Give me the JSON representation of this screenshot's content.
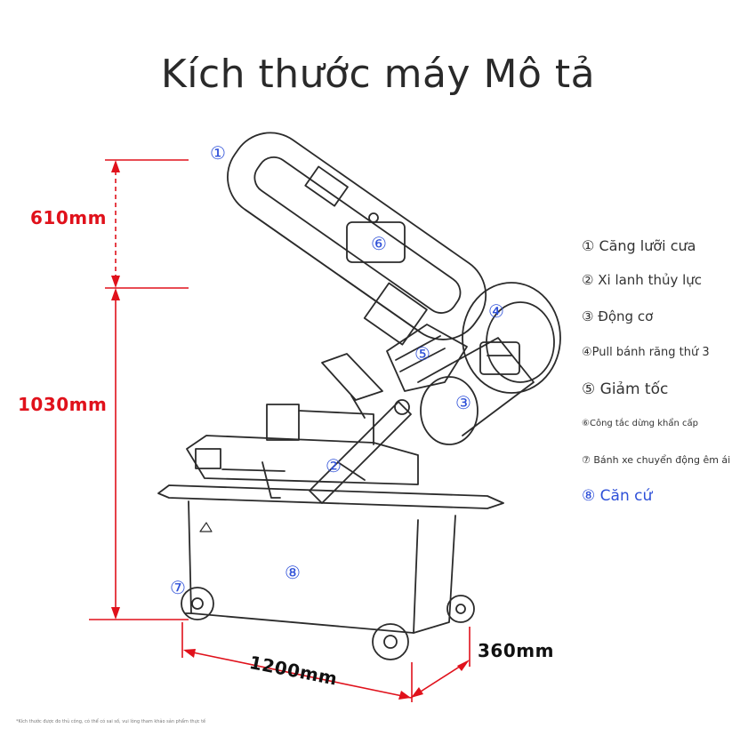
{
  "title": "Kích thước máy Mô tả",
  "dimensions": {
    "upper_height": "610mm",
    "lower_height": "1030mm",
    "length": "1200mm",
    "width": "360mm"
  },
  "badges": [
    "①",
    "②",
    "③",
    "④",
    "⑤",
    "⑥",
    "⑦",
    "⑧"
  ],
  "legend": [
    {
      "num": "①",
      "text": "Căng lưỡi cưa"
    },
    {
      "num": "②",
      "text": "Xi lanh thủy lực"
    },
    {
      "num": "③",
      "text": "Động cơ"
    },
    {
      "num": "④",
      "text": "Pull bánh răng thứ 3"
    },
    {
      "num": "⑤",
      "text": "Giảm tốc"
    },
    {
      "num": "⑥",
      "text": "Công tắc dừng khẩn cấp"
    },
    {
      "num": "⑦",
      "text": "Bánh xe chuyển động êm ái"
    },
    {
      "num": "⑧",
      "text": "Căn cứ"
    }
  ],
  "footnote": "*Kích thước được đo thủ công, có thể có sai số, vui lòng tham khảo sản phẩm thực tế",
  "colors": {
    "dimension": "#e0111b",
    "badge": "#2d4fd8",
    "line_art": "#2b2b2b"
  }
}
